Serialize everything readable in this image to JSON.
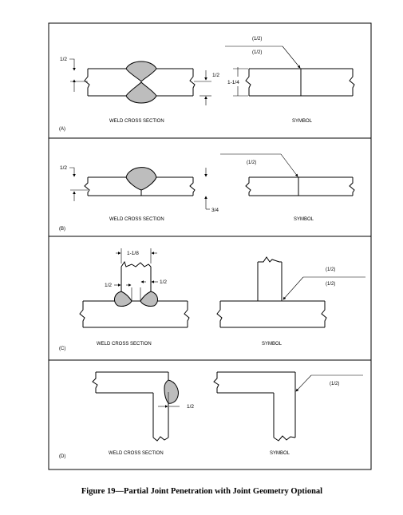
{
  "panels": [
    {
      "tag": "(A)",
      "cross_section_title": "WELD CROSS SECTION",
      "symbol_title": "SYMBOL",
      "dims": [
        "1/2",
        "1/2",
        "1-1/4"
      ],
      "symbol_texts": [
        "(1/2)",
        "(1/2)"
      ]
    },
    {
      "tag": "(B)",
      "cross_section_title": "WELD CROSS SECTION",
      "symbol_title": "SYMBOL",
      "dims": [
        "1/2",
        "3/4"
      ],
      "symbol_texts": [
        "(1/2)"
      ]
    },
    {
      "tag": "(C)",
      "cross_section_title": "WELD CROSS SECTION",
      "symbol_title": "SYMBOL",
      "dims": [
        "1-1/8",
        "1/2",
        "1/2"
      ],
      "symbol_texts": [
        "(1/2)",
        "(1/2)"
      ]
    },
    {
      "tag": "(D)",
      "cross_section_title": "WELD CROSS SECTION",
      "symbol_title": "SYMBOL",
      "dims": [
        "1/2"
      ],
      "symbol_texts": [
        "(1/2)"
      ]
    }
  ],
  "caption": "Figure 19—Partial Joint Penetration with Joint Geometry Optional",
  "colors": {
    "weld_fill": "#bdbdbd",
    "line": "#000000",
    "background": "#ffffff"
  }
}
